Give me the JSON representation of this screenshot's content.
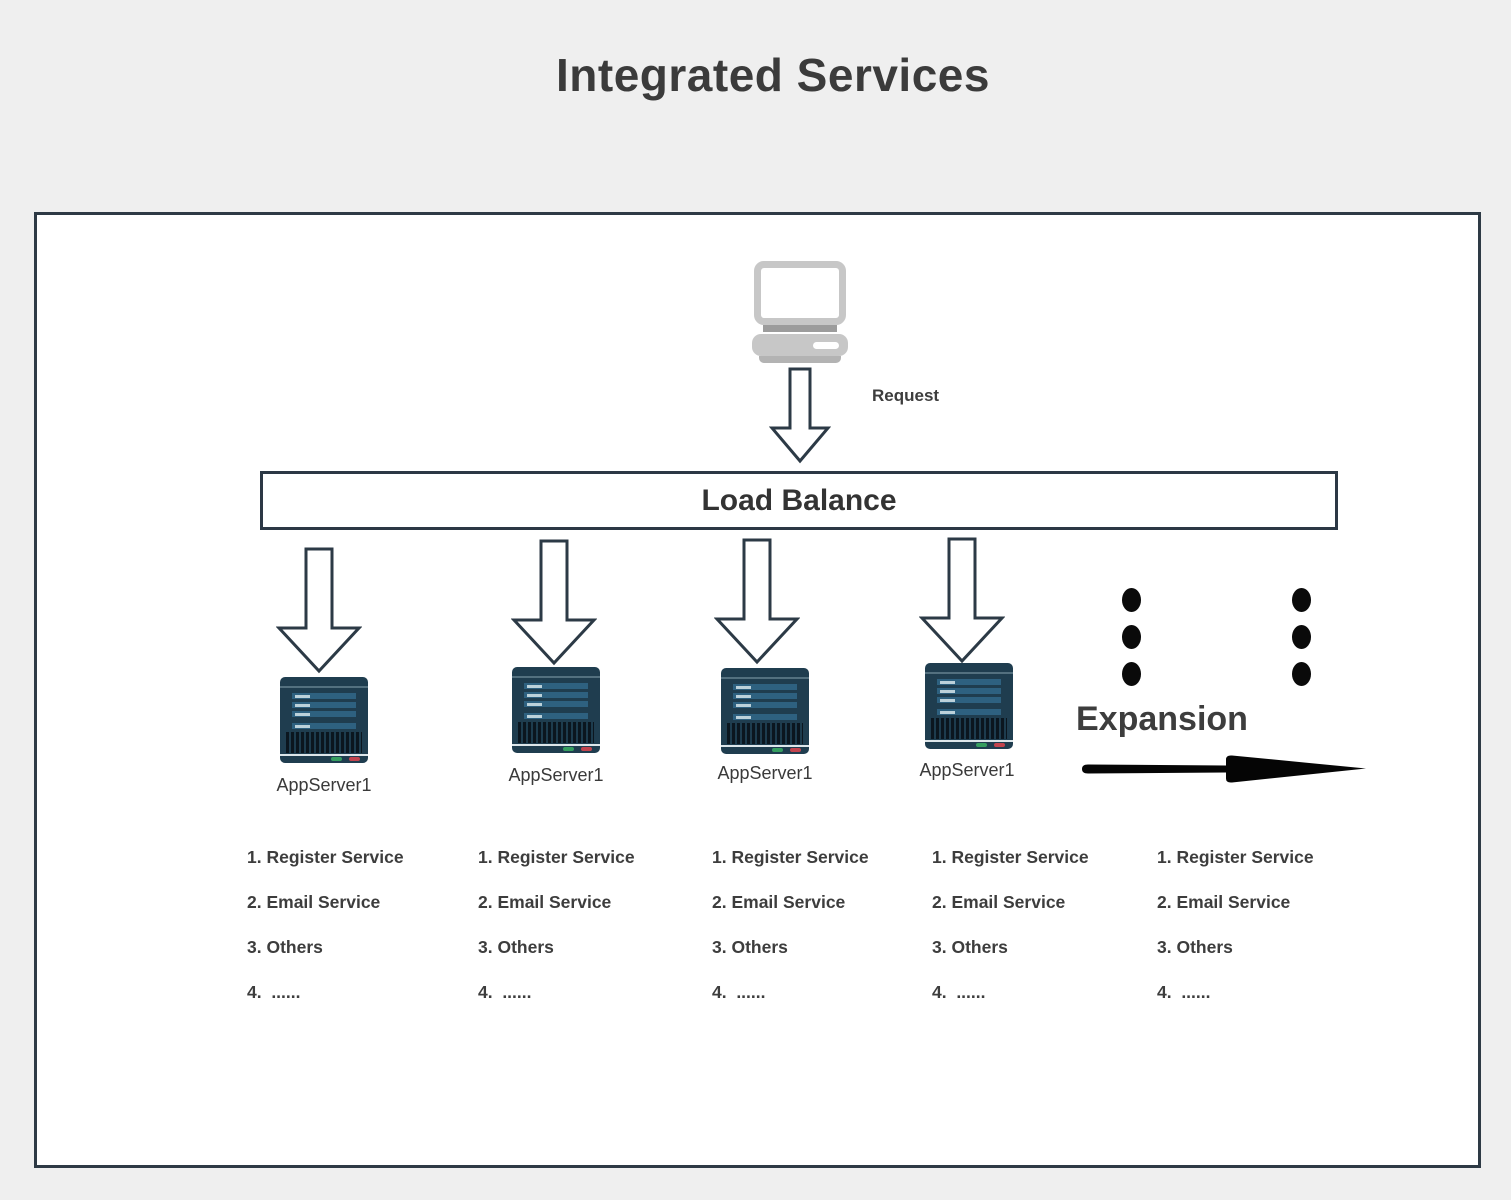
{
  "title": "Integrated Services",
  "request": {
    "label": "Request"
  },
  "load_balancer": {
    "label": "Load Balance"
  },
  "servers": {
    "labels": [
      "AppServer1",
      "AppServer1",
      "AppServer1",
      "AppServer1"
    ]
  },
  "expansion": {
    "label": "Expansion"
  },
  "service_list": {
    "items": [
      "1. Register Service",
      "2. Email Service",
      "3. Others",
      "4.  ......"
    ]
  },
  "colors": {
    "background": "#efefef",
    "frame_border": "#2e3a45",
    "arrow_ink": "#2c3a46",
    "server_body": "#1f3d4f",
    "server_bar": "#2e6180",
    "led_green": "#359e60",
    "led_red": "#c2444e",
    "laptop_gray": "#c7c7c7",
    "text": "#3d3d3d"
  }
}
